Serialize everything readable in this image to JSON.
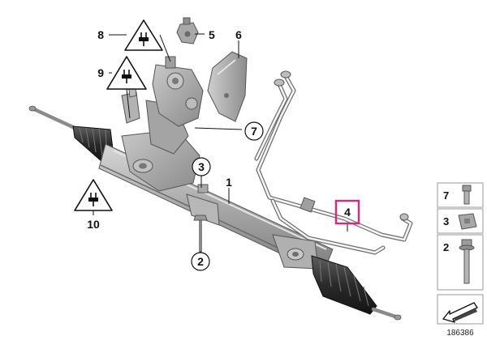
{
  "callouts": {
    "c1": "1",
    "c2": "2",
    "c3": "3",
    "c4": "4",
    "c5": "5",
    "c6": "6",
    "c7": "7",
    "c8": "8",
    "c9": "9",
    "c10": "10"
  },
  "legend": {
    "items": [
      {
        "label": "7",
        "icon": "bolt-icon"
      },
      {
        "label": "3",
        "icon": "clip-nut-icon"
      },
      {
        "label": "2",
        "icon": "long-bolt-icon"
      }
    ],
    "arrow_icon": "direction-arrow-icon"
  },
  "document_number": "186386",
  "colors": {
    "highlight_box": "#e0267c",
    "leader_line": "#111111",
    "part_gray": "#a9a9a9"
  },
  "warning_icon": "electrical-warning-triangle-icon"
}
